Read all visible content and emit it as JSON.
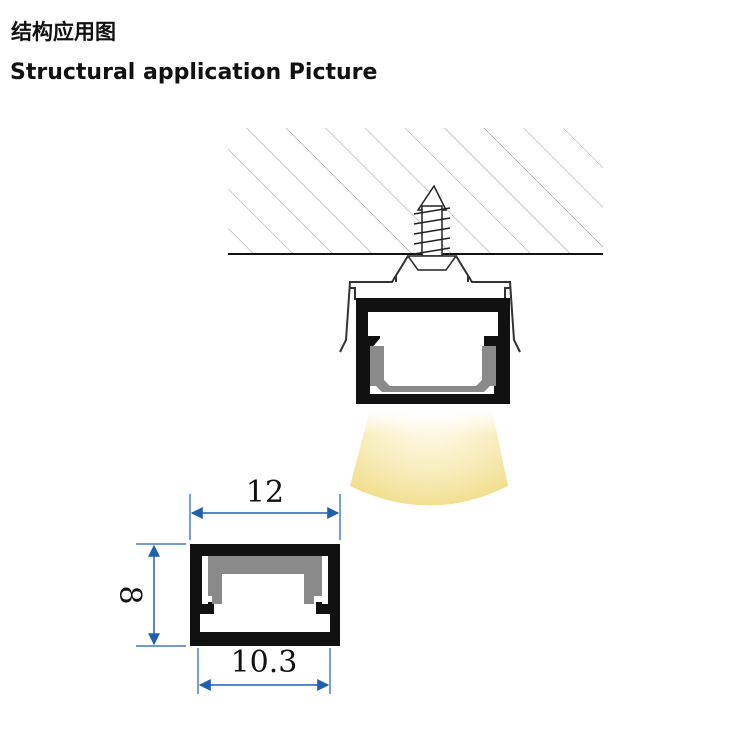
{
  "title_cn": "结构应用图",
  "title_en": "Structural application Picture",
  "dimensions": {
    "width_outer": "12",
    "height": "8",
    "width_inner": "10.3"
  },
  "colors": {
    "profile": "#111111",
    "diffuser": "#8a8a8a",
    "dimension_line": "#1f5fb0",
    "light_inner": "#f3e089",
    "light_outer": "#ffffff"
  }
}
